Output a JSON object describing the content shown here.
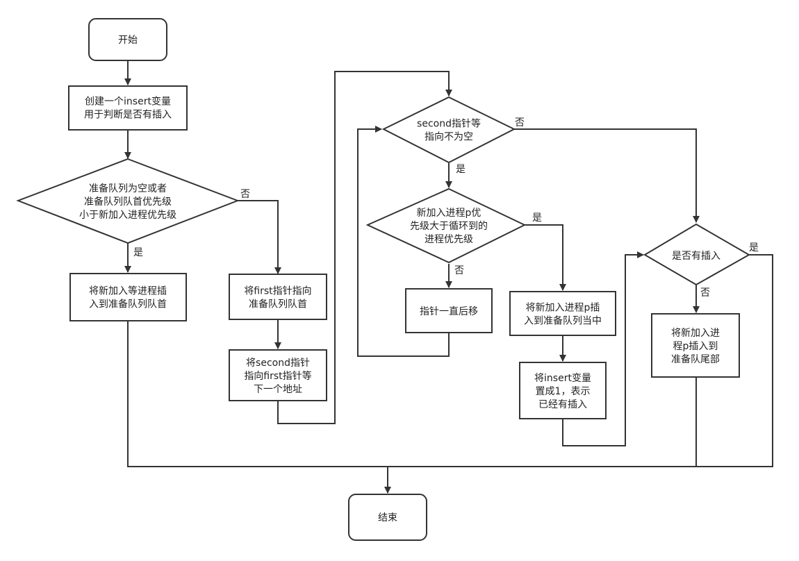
{
  "nodes": {
    "start": {
      "lines": [
        "开始"
      ]
    },
    "create_insert": {
      "lines": [
        "创建一个insert变量",
        "用于判断是否有插入"
      ]
    },
    "check_queue": {
      "lines": [
        "准备队列为空或者",
        "准备队列队首优先级",
        "小于新加入进程优先级"
      ]
    },
    "insert_head": {
      "lines": [
        "将新加入等进程插",
        "入到准备队列队首"
      ]
    },
    "first_ptr": {
      "lines": [
        "将first指针指向",
        "准备队列队首"
      ]
    },
    "second_ptr": {
      "lines": [
        "将second指针",
        "指向first指针等",
        "下一个地址"
      ]
    },
    "second_check": {
      "lines": [
        "second指针等",
        "指向不为空"
      ]
    },
    "priority_check": {
      "lines": [
        "新加入进程p优",
        "先级大于循环到的",
        "进程优先级"
      ]
    },
    "ptr_move": {
      "lines": [
        "指针一直后移"
      ]
    },
    "insert_mid": {
      "lines": [
        "将新加入进程p插",
        "入到准备队列当中"
      ]
    },
    "set_insert": {
      "lines": [
        "将insert变量",
        "置成1，表示",
        "已经有插入"
      ]
    },
    "inserted_check": {
      "lines": [
        "是否有插入"
      ]
    },
    "insert_tail": {
      "lines": [
        "将新加入进",
        "程p插入到",
        "准备队尾部"
      ]
    },
    "end": {
      "lines": [
        "结束"
      ]
    }
  },
  "edge_labels": {
    "q1_no": "否",
    "q1_yes": "是",
    "q2_no": "否",
    "q2_yes": "是",
    "q3_yes": "是",
    "q3_no": "否",
    "q4_yes": "是",
    "q4_no": "否"
  }
}
